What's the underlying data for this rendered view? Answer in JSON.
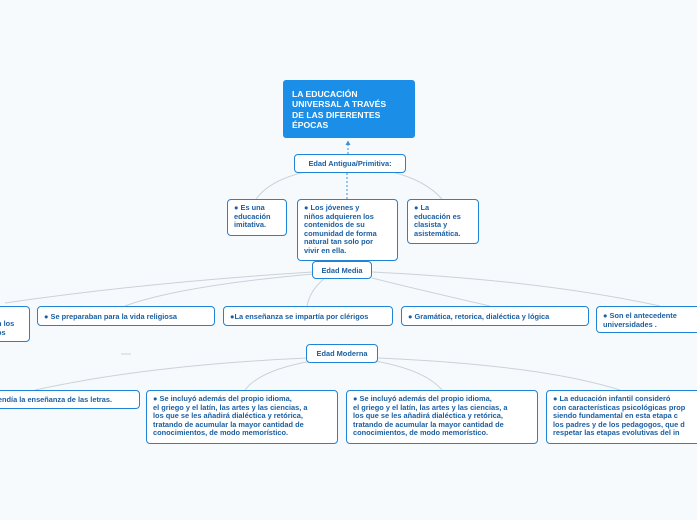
{
  "root": {
    "title": "LA EDUCACIÓN\nUNIVERSAL A TRAVÉS\nDE LAS DIFERENTES\nÉPOCAS"
  },
  "antigua": {
    "label": "Edad Antigua/Primitiva:",
    "items": [
      "●      Es una\neducación\nimitativa.",
      "●      Los jóvenes y\nniños adquieren los\ncontenidos de su\ncomunidad de forma\nnatural tan solo por\nvivir en ella.",
      "●      La\neducación es\nclasista y\nasistemática."
    ]
  },
  "media": {
    "label": "Edad Media",
    "items": [
      "n los\nos",
      "●      Se preparaban para la vida religiosa",
      "●La enseñanza se impartía por clérigos",
      "●      Gramática, retorica, dialéctica y lógica",
      "●      Son el antecedente\nuniversidades ."
    ]
  },
  "moderna": {
    "label": "Edad Moderna",
    "items": [
      "rendía la enseñanza de las letras.",
      "●      Se incluyó además del propio idioma,\nel griego y el latín, las artes y las ciencias, a\nlos que se les añadirá dialéctica y retórica,\ntratando de acumular la mayor cantidad de\nconocimientos, de modo memorístico.",
      "●      Se incluyó además del propio idioma,\nel griego y el latín, las artes y las ciencias, a\nlos que se les añadirá dialéctica y retórica,\ntratando de acumular la mayor cantidad de\nconocimientos, de modo memorístico.",
      "●      La educación infantil consideró\ncon características psicológicas prop\nsiendo fundamental en esta etapa c\nlos padres y de los pedagogos, que d\nrespetar las etapas evolutivas del in"
    ]
  },
  "colors": {
    "background": "#f6fafd",
    "root_fill": "#1b8ee8",
    "node_border": "#1f84d6",
    "node_text": "#1a5fa3",
    "connector": "#c9d2da",
    "dashed_connector": "#3a8fd8"
  }
}
